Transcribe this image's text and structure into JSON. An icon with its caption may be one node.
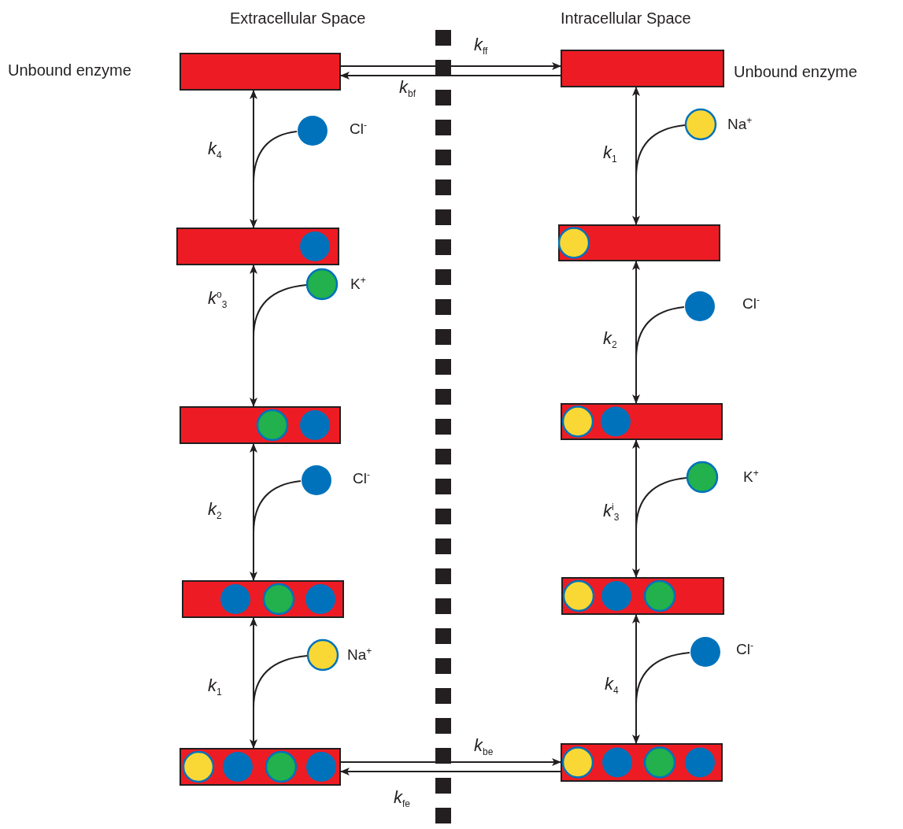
{
  "diagram": {
    "nodes": [
      {
        "text": [],
        "shape": "bar",
        "beside": [
          "Unbound enzyme"
        ]
      },
      {
        "text": [],
        "shape": "bar"
      },
      {
        "text": [],
        "shape": "bar"
      },
      {
        "text": [],
        "shape": "bar"
      },
      {
        "text": [],
        "shape": "bar"
      },
      {
        "text": [],
        "shape": "bar",
        "beside": [
          "Unbound enzyme"
        ]
      },
      {
        "text": [],
        "shape": "bar"
      },
      {
        "text": [],
        "shape": "bar"
      },
      {
        "text": [],
        "shape": "bar"
      },
      {
        "text": [],
        "shape": "bar"
      }
    ],
    "edges": [
      {
        "from": 0,
        "to": 1,
        "arrow": "both",
        "label": "*k*$_{4}$"
      },
      {
        "from": 1,
        "to": 2,
        "arrow": "both",
        "label": "*k*$^{o}$$_{3}$"
      },
      {
        "from": 2,
        "to": 3,
        "arrow": "both",
        "label": "*k*$_{2}$"
      },
      {
        "from": 3,
        "to": 4,
        "arrow": "both",
        "label": "*k*$_{1}$"
      },
      {
        "from": 5,
        "to": 6,
        "arrow": "both",
        "label": "*k*$_{1}$"
      },
      {
        "from": 6,
        "to": 7,
        "arrow": "both",
        "label": "*k*$_{2}$"
      },
      {
        "from": 7,
        "to": 8,
        "arrow": "both",
        "label": "*k*$^{i}$$_{3}$"
      },
      {
        "from": 8,
        "to": 9,
        "arrow": "both",
        "label": "*k*$_{4}$"
      },
      {
        "from": 0,
        "to": 5,
        "arrow": "to",
        "label": "*k*$_{ff}$"
      },
      {
        "from": 5,
        "to": 0,
        "arrow": "to",
        "label": "*k*$_{bf}$"
      },
      {
        "from": 4,
        "to": 9,
        "arrow": "to",
        "label": "*k*$_{be}$"
      },
      {
        "from": 9,
        "to": 4,
        "arrow": "to",
        "label": "*k*$_{fe}$"
      }
    ],
    "labels": [
      "Extracellular Space",
      "Intracellular Space",
      "Cl$^{-}$",
      "K$^{+}$",
      "Cl$^{-}$",
      "Na$^{+}$",
      "Na$^{+}$",
      "Cl$^{-}$",
      "K$^{+}$",
      "Cl$^{-}$"
    ]
  }
}
